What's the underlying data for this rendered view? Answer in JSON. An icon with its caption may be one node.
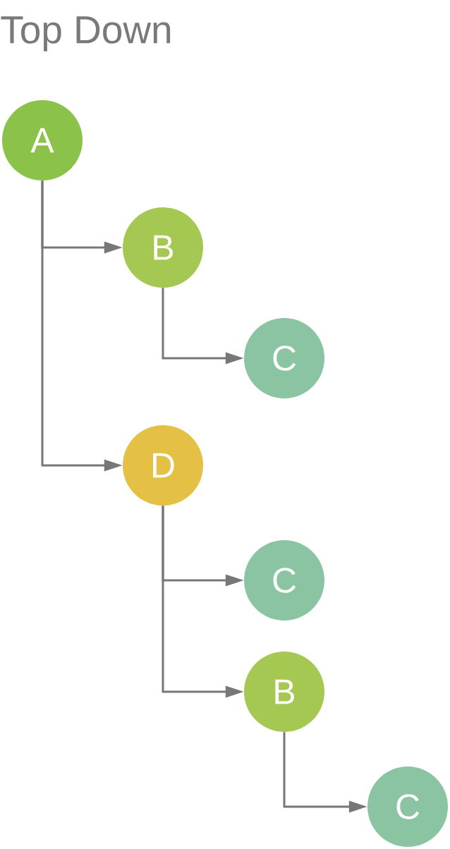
{
  "diagram": {
    "title": "Top Down",
    "nodes": [
      {
        "text": [
          "A"
        ]
      },
      {
        "text": [
          "B"
        ]
      },
      {
        "text": [
          "C"
        ]
      },
      {
        "text": [
          "D"
        ]
      },
      {
        "text": [
          "C"
        ]
      },
      {
        "text": [
          "B"
        ]
      },
      {
        "text": [
          "C"
        ]
      }
    ],
    "edges": [
      {
        "from": 0,
        "to": 1,
        "arrow": "to"
      },
      {
        "from": 1,
        "to": 2,
        "arrow": "to"
      },
      {
        "from": 0,
        "to": 3,
        "arrow": "to"
      },
      {
        "from": 3,
        "to": 4,
        "arrow": "to"
      },
      {
        "from": 3,
        "to": 5,
        "arrow": "to"
      },
      {
        "from": 5,
        "to": 6,
        "arrow": "to"
      }
    ]
  }
}
